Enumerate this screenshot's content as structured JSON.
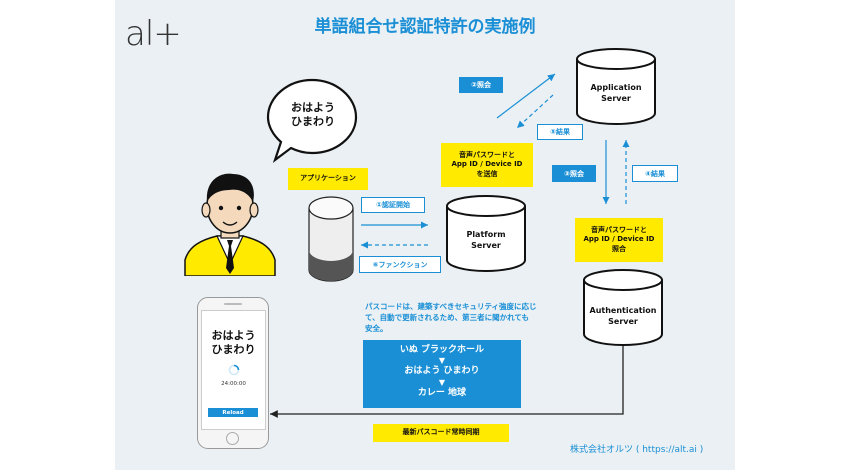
{
  "logo": "al+",
  "title": "単語組合せ認証特許の実施例",
  "speech_bubble": [
    "おはよう",
    "ひまわり"
  ],
  "labels": {
    "app": "アプリケーション",
    "voice_pw_send": [
      "音声パスワードと",
      "App ID / Device ID",
      "を送信"
    ],
    "voice_pw_match": [
      "音声パスワードと",
      "App ID / Device ID",
      "照合"
    ],
    "sync": "最新パスコード常時同期"
  },
  "servers": {
    "platform": [
      "Platform",
      "Server"
    ],
    "application": [
      "Application",
      "Server"
    ],
    "authentication": [
      "Authentication",
      "Server"
    ]
  },
  "steps": {
    "s1": "①認証開始",
    "s2": "②照会",
    "s3": "③照会",
    "s4": "④結果",
    "s5": "⑤結果",
    "s6": "⑥ファンクション"
  },
  "note": [
    "パスコードは、建築すべきセキュリティ強度に応じ",
    "て、自動で更新されるため、第三者に聞かれても",
    "安全。"
  ],
  "word_sequence": [
    "いぬ  ブラックホール",
    "▼",
    "おはよう  ひまわり",
    "▼",
    "カレー  地球"
  ],
  "phone": {
    "words": [
      "おはよう",
      "ひまわり"
    ],
    "timer": "24:00:00",
    "button": "Reload"
  },
  "credit": "株式会社オルツ ( https://alt.ai )",
  "colors": {
    "accent": "#1a8fd6",
    "highlight": "#ffea00",
    "background": "#eaf0f3"
  }
}
